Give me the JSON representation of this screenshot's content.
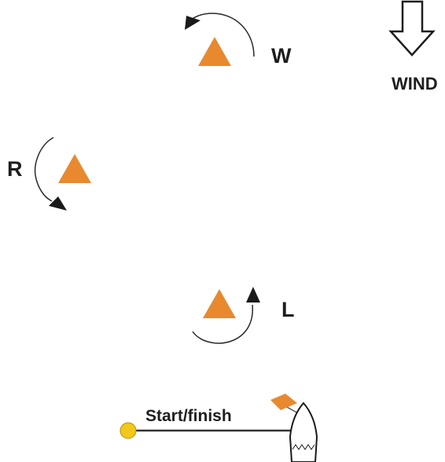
{
  "labels": {
    "windward": "W",
    "reach": "R",
    "leeward": "L",
    "wind": "WIND",
    "line": "Start/finish"
  },
  "marks": [
    {
      "name": "W",
      "rounding": "counter-clockwise"
    },
    {
      "name": "R",
      "rounding": "counter-clockwise"
    },
    {
      "name": "L",
      "rounding": "counter-clockwise"
    }
  ],
  "wind_direction": "down",
  "colors": {
    "buoy": "#e8892f",
    "pin": "#f2c81a",
    "flag": "#e8892f",
    "ink": "#1e1e1e"
  },
  "icons": {
    "wind": "hollow-down-arrow-icon",
    "mark": "triangle-buoy-icon",
    "pin": "circle-buoy-icon",
    "committee": "boat-icon",
    "flag": "flag-icon"
  }
}
